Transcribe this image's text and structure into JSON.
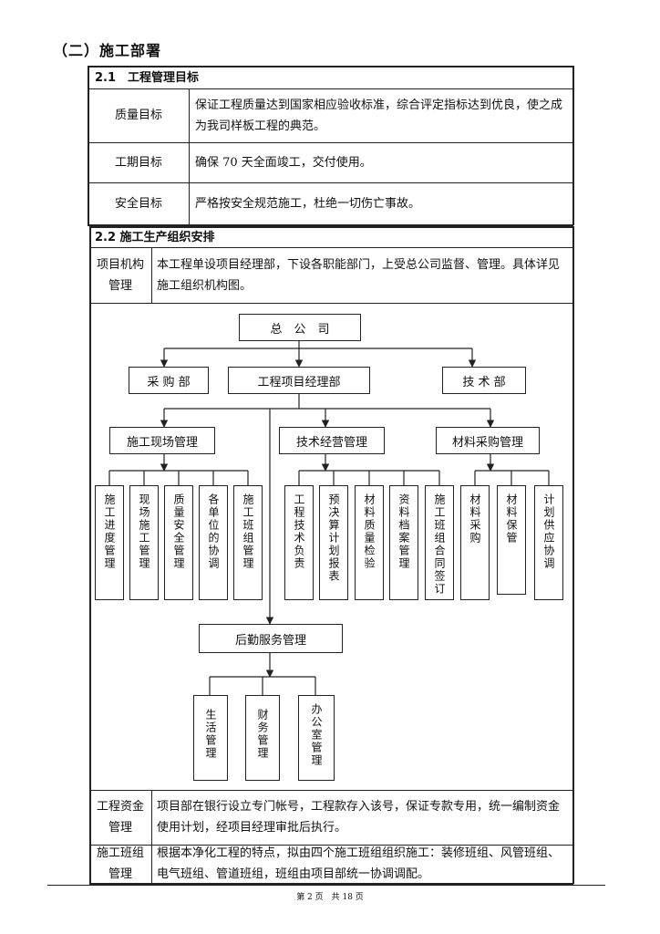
{
  "section_title": "（二）施工部署",
  "s21": {
    "header": "2.1　工程管理目标",
    "rows": [
      {
        "label": "质量目标",
        "text": "保证工程质量达到国家相应验收标准，综合评定指标达到优良，使之成为我司样板工程的典范。"
      },
      {
        "label": "工期目标",
        "text": "确保 70 天全面竣工，交付使用。"
      },
      {
        "label": "安全目标",
        "text": "严格按安全规范施工，杜绝一切伤亡事故。"
      }
    ]
  },
  "s22": {
    "header": "2.2 施工生产组织安排",
    "project_org_label": "项目机构管理",
    "project_org_text": "本工程单设项目经理部，下设各职能部门，上受总公司监督、管理。具体详见施工组织机构图。",
    "fund_label": "工程资金管理",
    "fund_text": "项目部在银行设立专门帐号，工程款存入该号，保证专款专用，统一编制资金使用计划，经项目经理审批后执行。",
    "team_label": "施工班组管理",
    "team_text": "根据本净化工程的特点，拟由四个施工班组组织施工：装修班组、风管班组、电气班组、管道班组，班组由项目部统一协调调配。"
  },
  "org": {
    "top": "总　公　司",
    "purchasing": "采 购 部",
    "pm": "工程项目经理部",
    "tech": "技 术 部",
    "site": "施工现场管理",
    "tech_mgmt": "技术经营管理",
    "material": "材料采购管理",
    "site_items": [
      "施工进度管理",
      "现场施工管理",
      "质量安全管理",
      "各单位的协调",
      "施工班组管理"
    ],
    "tech_items": [
      "工程技术负责",
      "预决算计划报表",
      "材料质量检验",
      "资料档案管理",
      "施工班组合同签订"
    ],
    "material_items": [
      "材料采购",
      "材料保管",
      "计划供应协调"
    ],
    "logistics": "后勤服务管理",
    "logistics_items": [
      "生活管理",
      "财务管理",
      "办公室管理"
    ]
  },
  "footer": "第 2 页　共 18 页"
}
